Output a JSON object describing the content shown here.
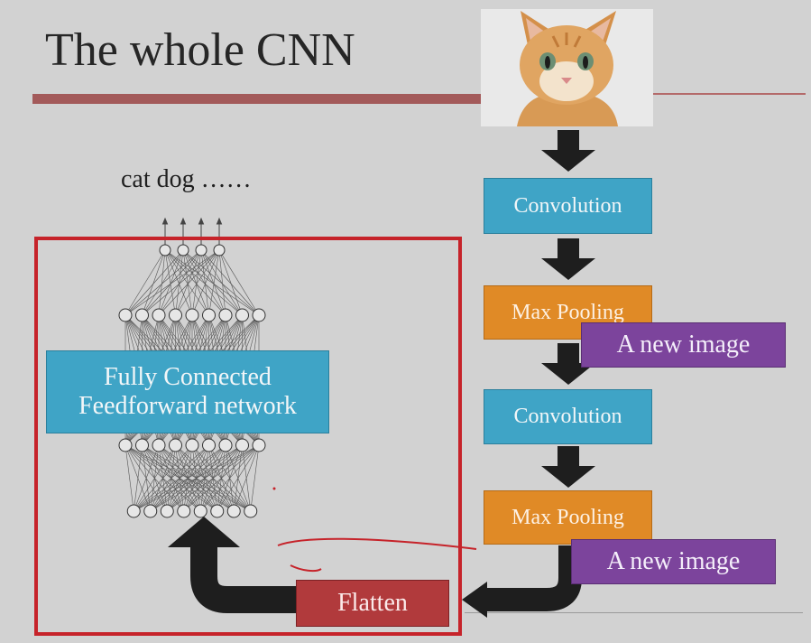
{
  "slide": {
    "title": "The whole CNN",
    "outputs_label": "cat dog ……"
  },
  "pipeline": {
    "convolution_1": "Convolution",
    "max_pooling_1": "Max Pooling",
    "new_image_1": "A new image",
    "convolution_2": "Convolution",
    "max_pooling_2": "Max Pooling",
    "new_image_2": "A new image",
    "flatten": "Flatten"
  },
  "network": {
    "line_1": "Fully Connected",
    "line_2": "Feedforward network",
    "top_layer_nodes": 4,
    "hidden_layer_nodes": 9,
    "bottom_layer_nodes": 8
  },
  "colors": {
    "convolution": "#3fa4c6",
    "pooling": "#e08a26",
    "new_image": "#7c449c",
    "flatten": "#b13a3c",
    "frame": "#c6232a",
    "arrow": "#1e1e1e"
  }
}
